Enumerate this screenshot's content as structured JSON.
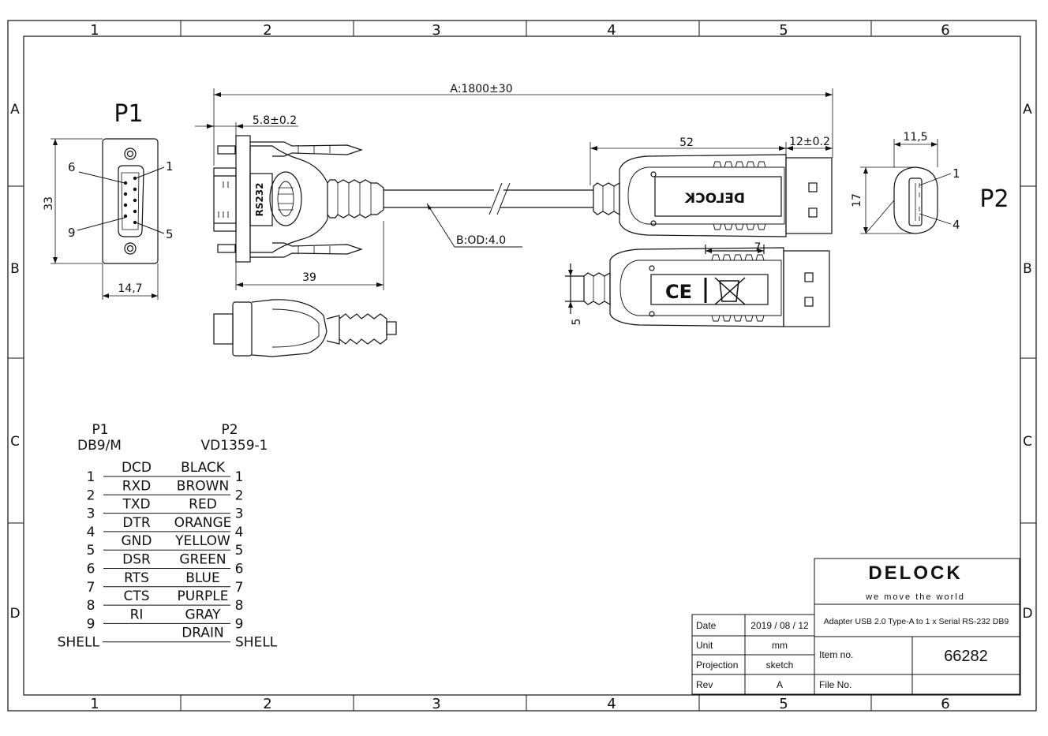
{
  "frame": {
    "columns": [
      "1",
      "2",
      "3",
      "4",
      "5",
      "6"
    ],
    "rows": [
      "A",
      "B",
      "C",
      "D"
    ]
  },
  "p1": {
    "label": "P1",
    "pin_labels": {
      "p6": "6",
      "p1": "1",
      "p9": "9",
      "p5": "5"
    },
    "dim_height": "33",
    "dim_width": "14,7"
  },
  "connector": {
    "rs232_label": "RS232",
    "dim_length_total": "A:1800±30",
    "dim_plug_depth": "5.8±0.2",
    "dim_body": "39",
    "cable_label": "B:OD:4.0"
  },
  "usb": {
    "dim_body": "52",
    "dim_tip": "12±0.2",
    "brand_mirrored": "DELOCK",
    "dim_strain": "7",
    "dim_thickness": "5",
    "ce_mark": "CE"
  },
  "p2": {
    "label": "P2",
    "dim_width": "11,5",
    "dim_height": "17",
    "pin_labels": {
      "p1": "1",
      "p4": "4"
    }
  },
  "wiring": {
    "p1_header": "P1",
    "p1_sub": "DB9/M",
    "p2_header": "P2",
    "p2_sub": "VD1359-1",
    "rows": [
      {
        "left": "1",
        "signal": "DCD",
        "color": "BLACK",
        "right": "1"
      },
      {
        "left": "2",
        "signal": "RXD",
        "color": "BROWN",
        "right": "2"
      },
      {
        "left": "3",
        "signal": "TXD",
        "color": "RED",
        "right": "3"
      },
      {
        "left": "4",
        "signal": "DTR",
        "color": "ORANGE",
        "right": "4"
      },
      {
        "left": "5",
        "signal": "GND",
        "color": "YELLOW",
        "right": "5"
      },
      {
        "left": "6",
        "signal": "DSR",
        "color": "GREEN",
        "right": "6"
      },
      {
        "left": "7",
        "signal": "RTS",
        "color": "BLUE",
        "right": "7"
      },
      {
        "left": "8",
        "signal": "CTS",
        "color": "PURPLE",
        "right": "8"
      },
      {
        "left": "9",
        "signal": "RI",
        "color": "GRAY",
        "right": "9"
      },
      {
        "left": "SHELL",
        "signal": "",
        "color": "DRAIN",
        "right": "SHELL"
      }
    ]
  },
  "title_block": {
    "brand": "DELOCK",
    "tagline": "we move the world",
    "description": "Adapter USB 2.0 Type-A to 1 x Serial RS-232 DB9",
    "date_label": "Date",
    "date_value": "2019 / 08 / 12",
    "unit_label": "Unit",
    "unit_value": "mm",
    "projection_label": "Projection",
    "projection_value": "sketch",
    "rev_label": "Rev",
    "rev_value": "A",
    "item_label": "Item no.",
    "item_value": "66282",
    "file_label": "File No.",
    "file_value": ""
  },
  "colors": {
    "line": "#111111",
    "background": "#ffffff"
  }
}
